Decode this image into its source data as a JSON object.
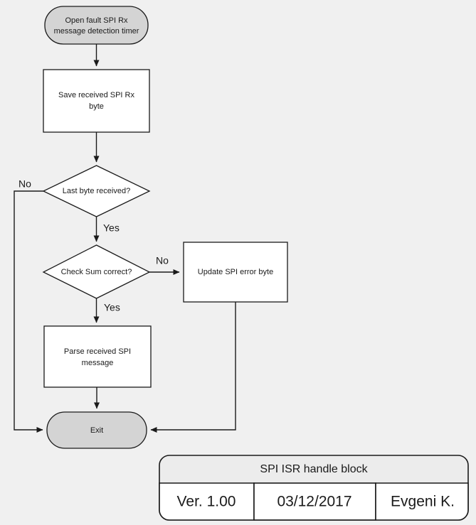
{
  "diagram": {
    "type": "flowchart",
    "background_color": "#f0f0f0",
    "node_fill_process": "#ffffff",
    "node_fill_terminator": "#d4d4d4",
    "stroke_color": "#1a1a1a",
    "nodes": {
      "start": {
        "shape": "terminator",
        "line1": "Open fault SPI Rx",
        "line2": "message detection timer"
      },
      "save_byte": {
        "shape": "process",
        "line1": "Save received SPI Rx",
        "line2": "byte"
      },
      "last_byte": {
        "shape": "decision",
        "label": "Last byte received?"
      },
      "check_sum": {
        "shape": "decision",
        "label": "Check Sum correct?"
      },
      "update_error": {
        "shape": "process",
        "label": "Update SPI error byte"
      },
      "parse_message": {
        "shape": "process",
        "line1": "Parse received SPI",
        "line2": "message"
      },
      "exit": {
        "shape": "terminator",
        "label": "Exit"
      }
    },
    "edge_labels": {
      "last_byte_no": "No",
      "last_byte_yes": "Yes",
      "check_sum_no": "No",
      "check_sum_yes": "Yes"
    }
  },
  "title_block": {
    "title": "SPI ISR handle block",
    "version": "Ver. 1.00",
    "date": "03/12/2017",
    "author": "Evgeni K."
  }
}
